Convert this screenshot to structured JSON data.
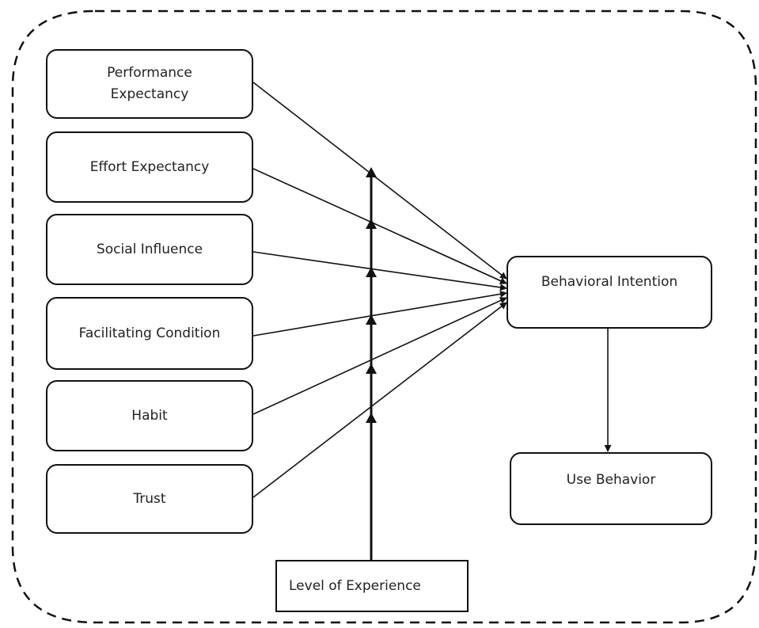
{
  "diagram": {
    "factors": [
      {
        "line1": "Performance",
        "line2": "Expectancy"
      },
      {
        "label": "Effort Expectancy"
      },
      {
        "label": "Social Influence"
      },
      {
        "label": "Facilitating Condition"
      },
      {
        "label": "Habit"
      },
      {
        "label": "Trust"
      }
    ],
    "behavioral_intention": "Behavioral Intention",
    "use_behavior": "Use Behavior",
    "moderator": "Level of Experience"
  }
}
